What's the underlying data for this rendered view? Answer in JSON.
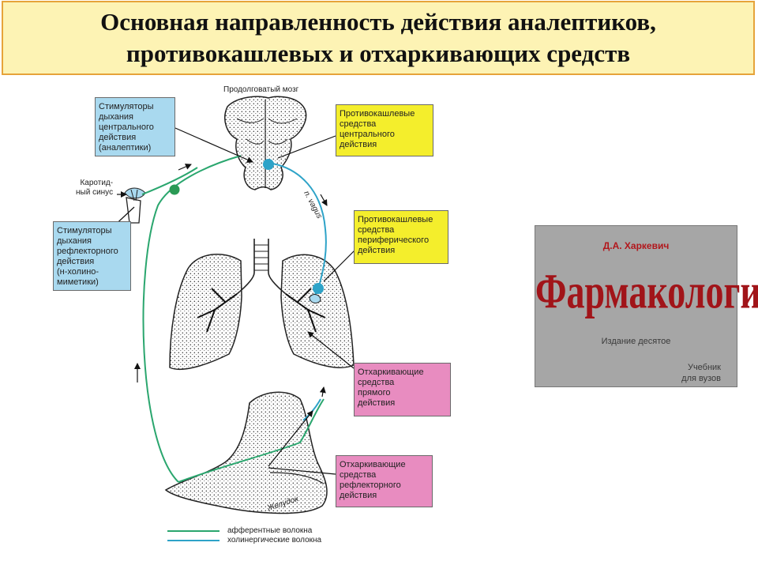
{
  "title": {
    "line1": "Основная направленность действия аналептиков,",
    "line2": "противокашлевых и отхаркивающих средств"
  },
  "organs": {
    "medulla": "Продолговатый мозг",
    "carotid_line1": "Каротид-",
    "carotid_line2": "ный синус",
    "vagus": "n. vagus",
    "stomach": "Желудок"
  },
  "labels": {
    "central_stimulators": [
      "Стимуляторы",
      "дыхания",
      "центрального",
      "действия",
      "(аналептики)"
    ],
    "reflex_stimulators": [
      "Стимуляторы",
      "дыхания",
      "рефлекторного",
      "действия",
      "(н-холино-",
      "миметики)"
    ],
    "central_antitussive": [
      "Противокашлевые",
      "средства",
      "центрального",
      "действия"
    ],
    "peripheral_antitussive": [
      "Противокашлевые",
      "средства",
      "периферического",
      "действия"
    ],
    "direct_expectorant": [
      "Отхаркивающие",
      "средства",
      "прямого",
      "действия"
    ],
    "reflex_expectorant": [
      "Отхаркивающие",
      "средства",
      "рефлекторного",
      "действия"
    ]
  },
  "legend": {
    "afferent": "афферентные волокна",
    "cholinergic": "холинергические волокна"
  },
  "book": {
    "author": "Д.А. Харкевич",
    "title": "Фармакология",
    "edition": "Издание десятое",
    "subtitle_line1": "Учебник",
    "subtitle_line2": "для вузов"
  },
  "colors": {
    "afferent": "#2aa66e",
    "cholinergic": "#2ea3c8",
    "label_blue": "#a9d9ef",
    "label_yellow": "#f4ee2c",
    "label_pink": "#e88cc0",
    "title_bg": "#fdf3b4",
    "title_border": "#e6a33a",
    "book_bg": "#a6a6a6",
    "book_red": "#a11419"
  }
}
